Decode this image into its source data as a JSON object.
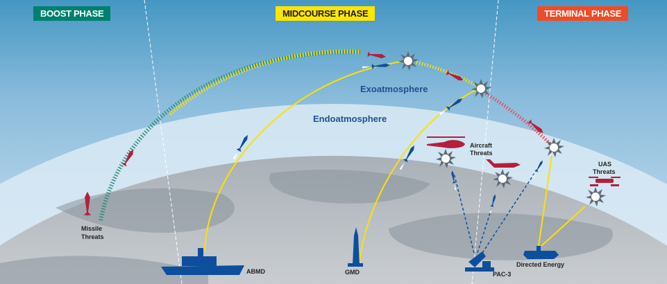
{
  "phases": {
    "boost": {
      "label": "BOOST PHASE",
      "color": "#00806f"
    },
    "midcourse": {
      "label": "MIDCOURSE PHASE",
      "color": "#ffe600"
    },
    "terminal": {
      "label": "TERMINAL PHASE",
      "color": "#ef4b26"
    }
  },
  "layers": {
    "exo": "Exoatmosphere",
    "endo": "Endoatmosphere"
  },
  "threats": {
    "missile": [
      "Missile",
      "Threats"
    ],
    "aircraft": [
      "Aircraft",
      "Threats"
    ],
    "uas": [
      "UAS",
      "Threats"
    ]
  },
  "defenses": {
    "abmd": "ABMD",
    "gmd": "GMD",
    "pac3": "PAC-3",
    "directed_energy": "Directed Energy"
  },
  "colors": {
    "threat": "#b41f3c",
    "defense": "#0d4f9c",
    "trajectory": "#ffe000",
    "explosion": "#5f6b78"
  }
}
